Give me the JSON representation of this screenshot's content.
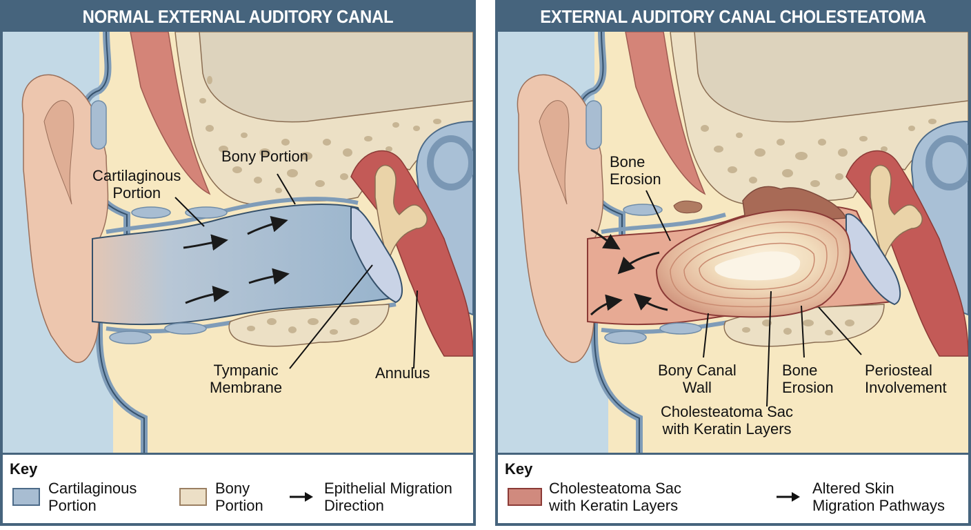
{
  "colors": {
    "frame": "#46647d",
    "canal_blue": "#8eaac6",
    "bone": "#f0e2c2",
    "soft_tissue": "#f7e8c1",
    "skin": "#e9b9a0",
    "cholesteatoma": "#c8655d",
    "middle_ear": "#c35a57"
  },
  "left_panel": {
    "title": "NORMAL EXTERNAL AUDITORY CANAL",
    "labels": {
      "cartilaginous": [
        "Cartilaginous",
        "Portion"
      ],
      "bony": "Bony Portion",
      "tympanic": [
        "Tympanic",
        "Membrane"
      ],
      "annulus": "Annulus"
    },
    "key": {
      "title": "Key",
      "items": [
        {
          "icon": "cartilage-swatch",
          "line1": "Cartilaginous",
          "line2": "Portion",
          "color": "#a8bdd2"
        },
        {
          "icon": "bone-swatch",
          "line1": "Bony",
          "line2": "Portion",
          "color": "#ecdfc6"
        },
        {
          "icon": "arrow-right-icon",
          "line1": "Epithelial Migration",
          "line2": "Direction"
        }
      ]
    }
  },
  "right_panel": {
    "title": "EXTERNAL AUDITORY CANAL CHOLESTEATOMA",
    "labels": {
      "bone_erosion_top": [
        "Bone",
        "Erosion"
      ],
      "bony_canal_wall": [
        "Bony Canal",
        "Wall"
      ],
      "bone_erosion_bottom": [
        "Bone",
        "Erosion"
      ],
      "periosteal": [
        "Periosteal",
        "Involvement"
      ],
      "sac": [
        "Cholesteatoma Sac",
        "with Keratin Layers"
      ]
    },
    "key": {
      "title": "Key",
      "items": [
        {
          "icon": "cholesteatoma-swatch",
          "line1": "Cholesteatoma Sac",
          "line2": "with Keratin Layers",
          "color": "#d08a7e"
        },
        {
          "icon": "arrow-right-icon",
          "line1": "Altered Skin",
          "line2": "Migration Pathways"
        }
      ]
    }
  }
}
